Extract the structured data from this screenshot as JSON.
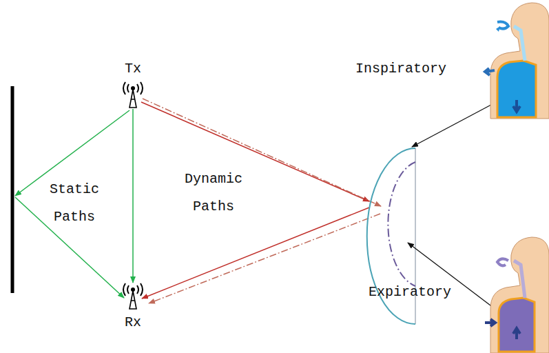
{
  "diagram": {
    "nodes": [
      {
        "text": [
          "Tx"
        ]
      },
      {
        "text": [
          "Rx"
        ]
      }
    ],
    "edges": [
      {
        "from": 0,
        "to": 1,
        "arrow": "to"
      }
    ],
    "labels": [
      "Static Paths",
      "Dynamic Paths",
      "Inspiratory",
      "Expiratory"
    ]
  }
}
